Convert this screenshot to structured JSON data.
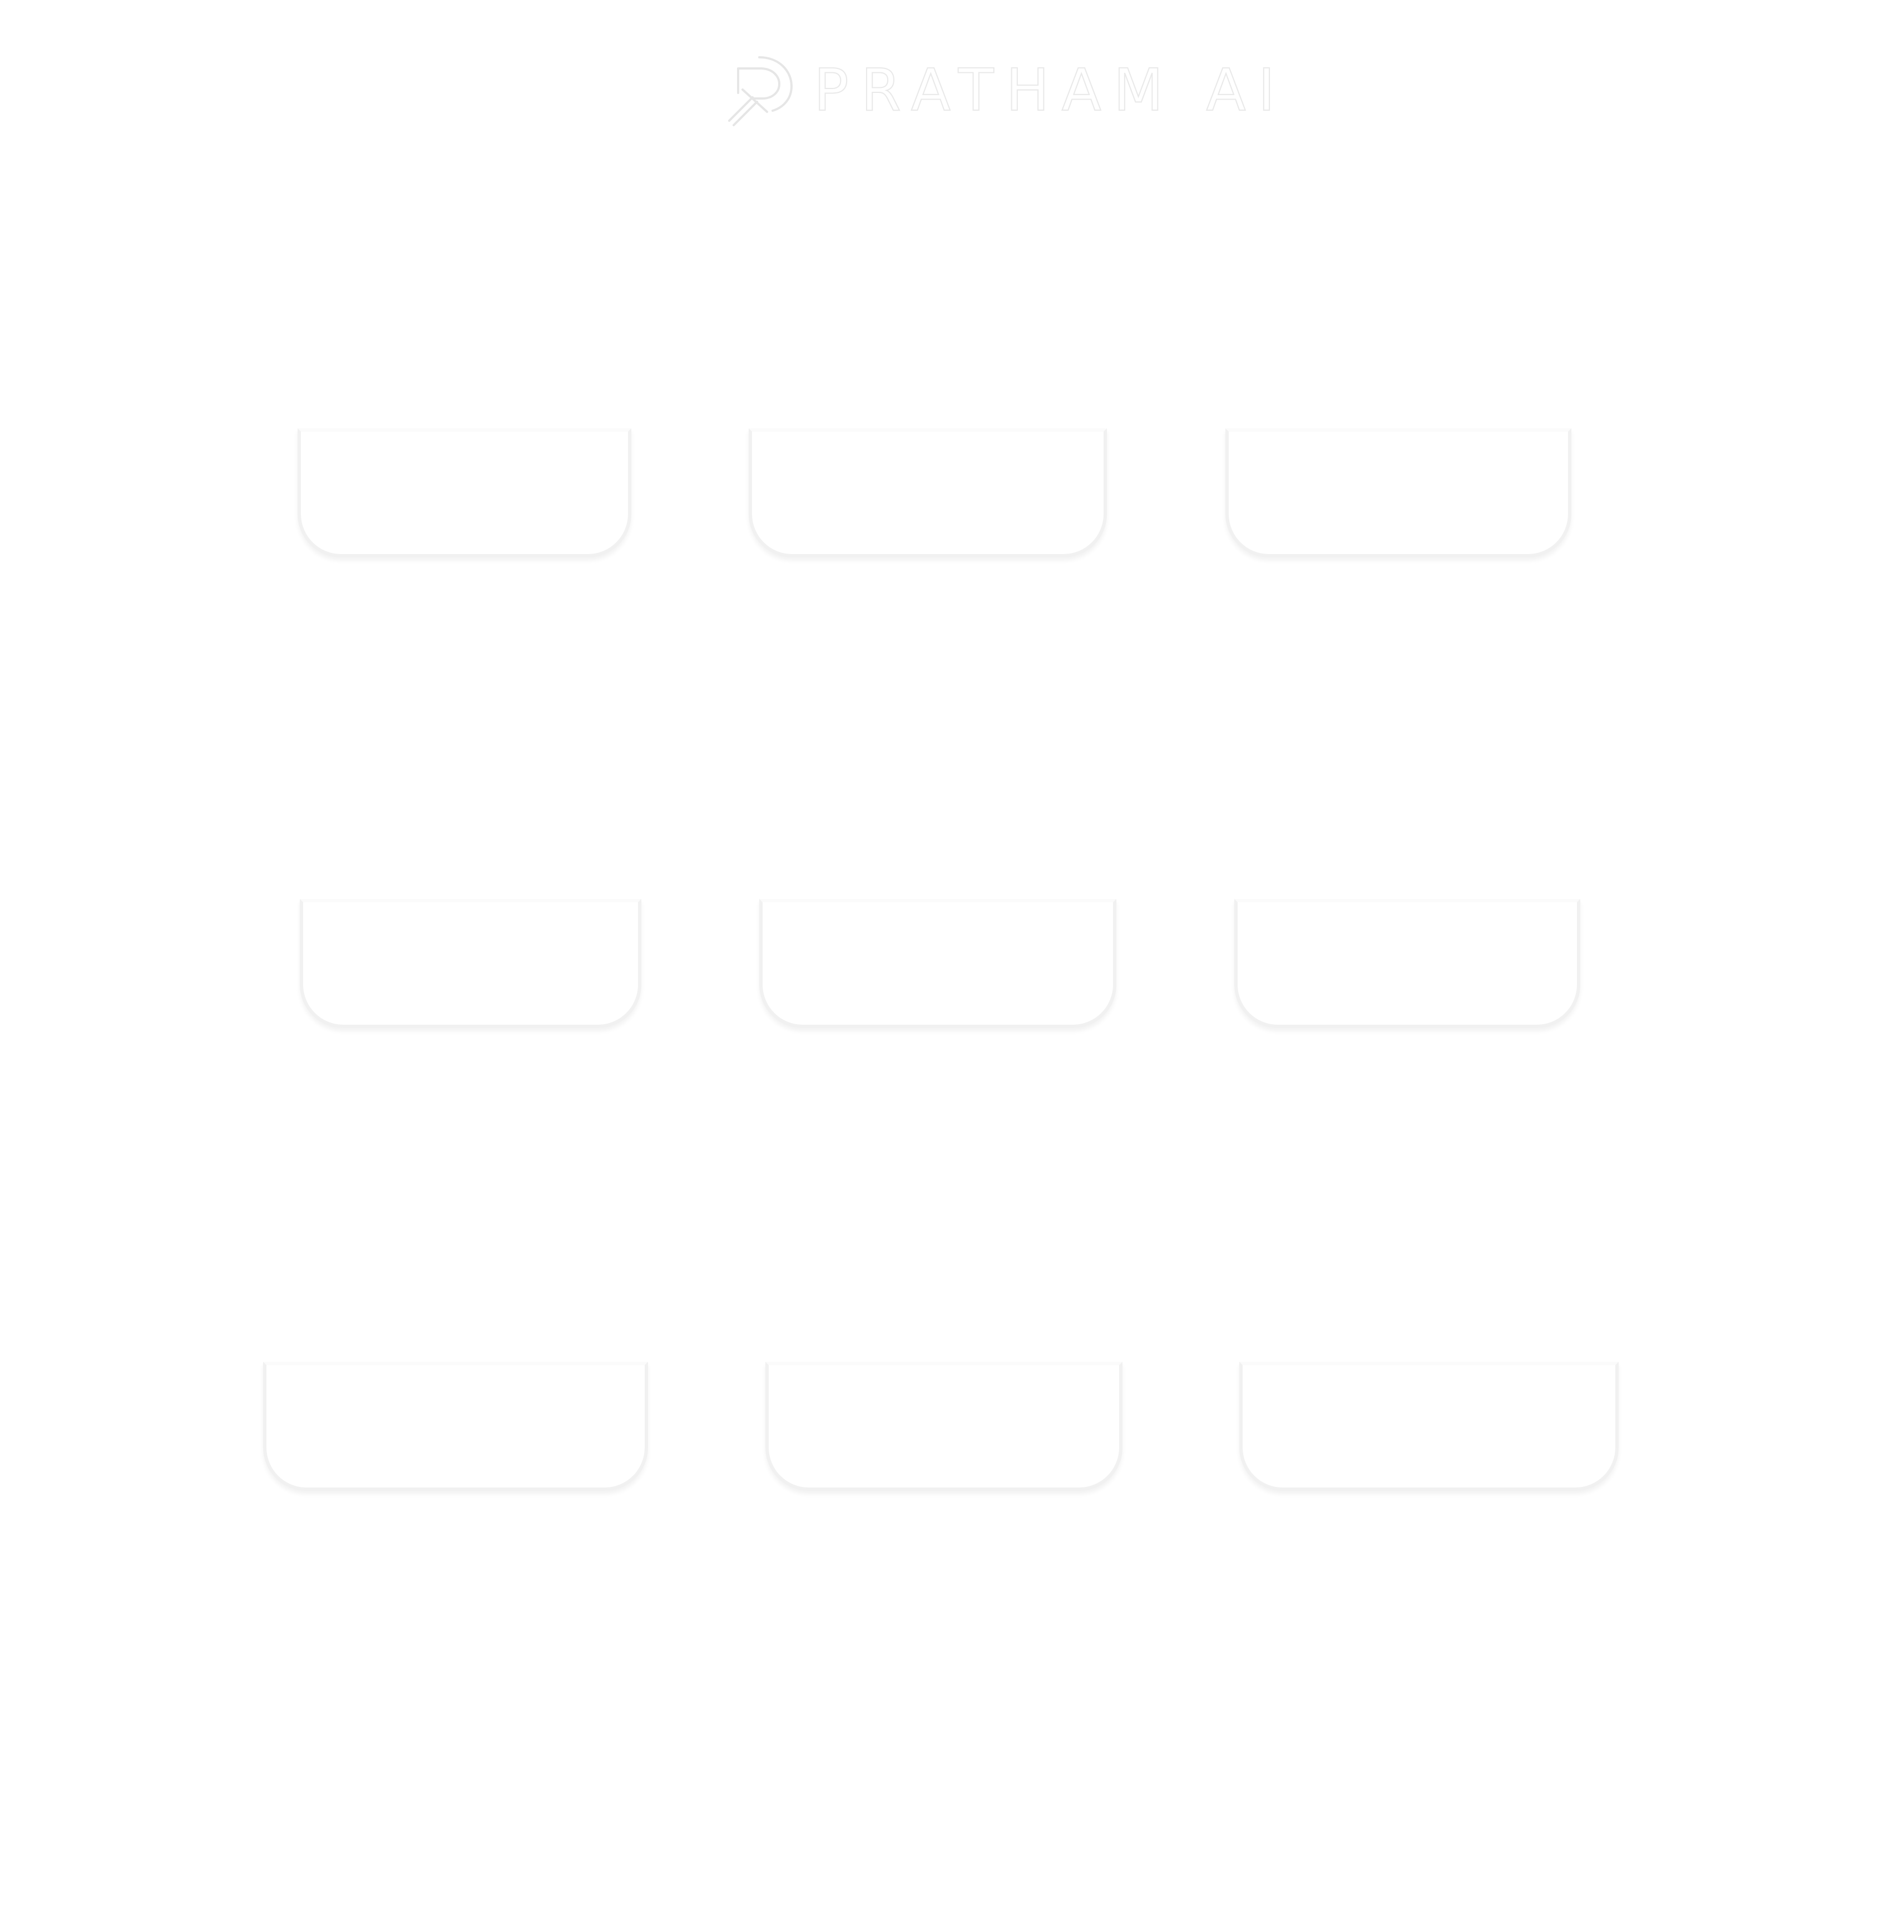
{
  "brand": {
    "name": "PRATHAM AI",
    "logo_icon": "pratham-logo-mark",
    "text_color": "#ffffff",
    "outline_color": "#e9e9e9"
  },
  "page": {
    "background": "#ffffff"
  },
  "tiles": {
    "count": 9,
    "border_color": "#f1f1f1",
    "items": [
      {
        "label": ""
      },
      {
        "label": ""
      },
      {
        "label": ""
      },
      {
        "label": ""
      },
      {
        "label": ""
      },
      {
        "label": ""
      },
      {
        "label": ""
      },
      {
        "label": ""
      },
      {
        "label": ""
      }
    ]
  }
}
